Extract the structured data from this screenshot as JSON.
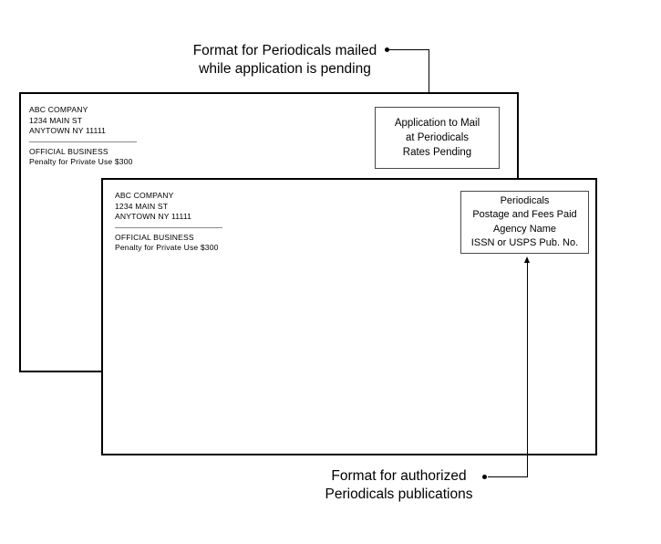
{
  "figure": {
    "title_note": "USPS Periodicals mailpiece format illustration"
  },
  "callouts": {
    "top": {
      "line1": "Format for Periodicals mailed",
      "line2": "while application is pending"
    },
    "bottom": {
      "line1": "Format for authorized",
      "line2": "Periodicals publications"
    }
  },
  "envelopes": [
    {
      "id": "pending",
      "address": {
        "company": "ABC COMPANY",
        "street": "1234 MAIN ST",
        "citystatezip": "ANYTOWN NY 11111",
        "official": "OFFICIAL BUSINESS",
        "penalty": "Penalty for Private Use $300"
      },
      "imprint": {
        "line1": "Application to Mail",
        "line2": "at Periodicals",
        "line3": "Rates Pending"
      }
    },
    {
      "id": "authorized",
      "address": {
        "company": "ABC COMPANY",
        "street": "1234 MAIN ST",
        "citystatezip": "ANYTOWN NY 11111",
        "official": "OFFICIAL BUSINESS",
        "penalty": "Penalty for Private Use $300"
      },
      "imprint": {
        "line1": "Periodicals",
        "line2": "Postage and Fees Paid",
        "line3": "Agency Name",
        "line4": "ISSN or USPS Pub. No."
      }
    }
  ],
  "colors": {
    "ink": "#000000",
    "paper": "#ffffff",
    "rule": "#8a8a8a",
    "imprint_border": "#4a4a4a"
  }
}
